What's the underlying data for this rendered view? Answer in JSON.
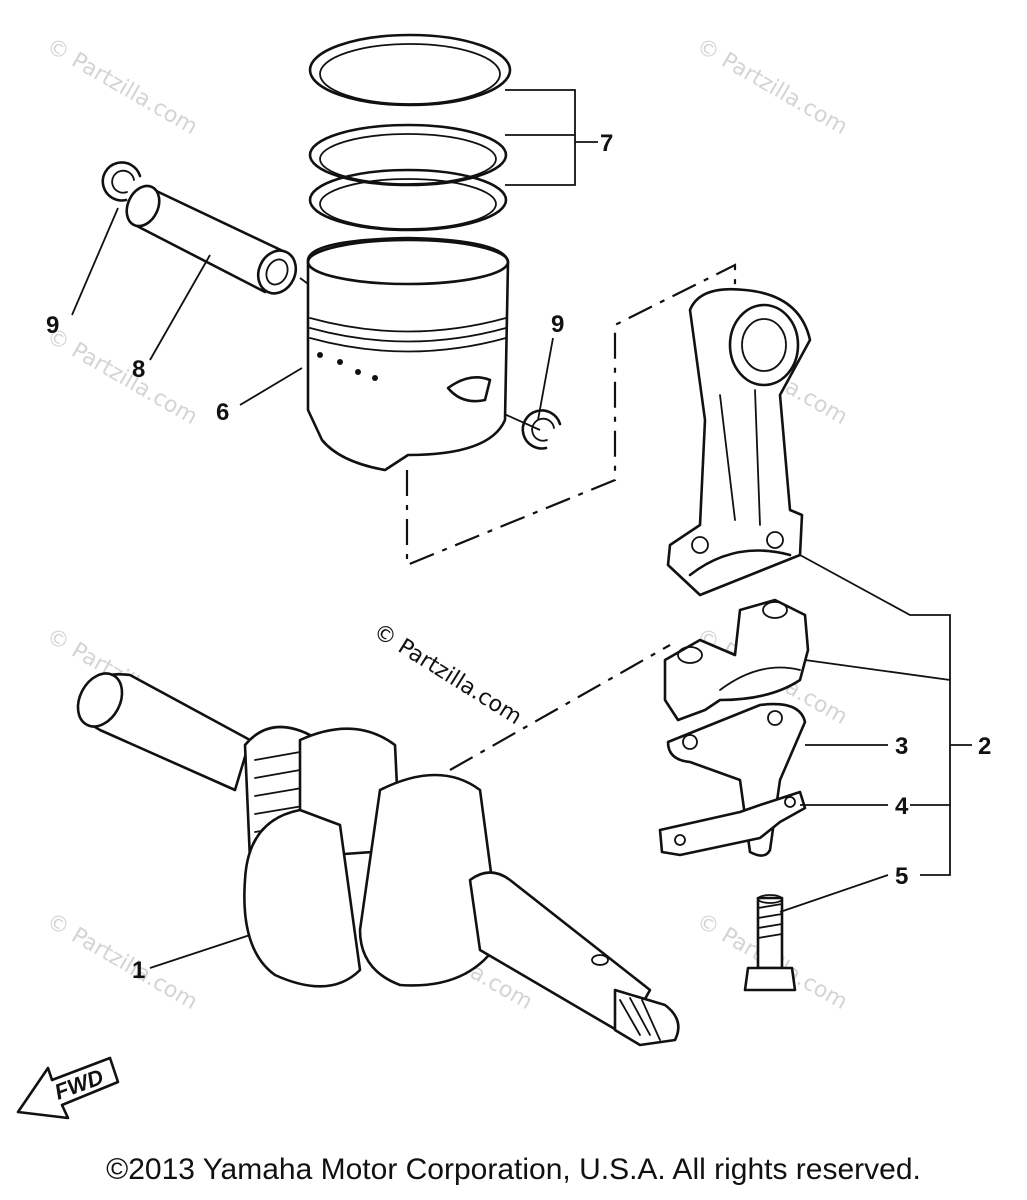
{
  "callouts": [
    "1",
    "2",
    "3",
    "4",
    "5",
    "6",
    "7",
    "8",
    "9",
    "9"
  ],
  "watermark": "© Partzilla.com",
  "fwd_label": "FWD",
  "copyright": "©2013  Yamaha Motor Corporation, U.S.A. All rights reserved."
}
